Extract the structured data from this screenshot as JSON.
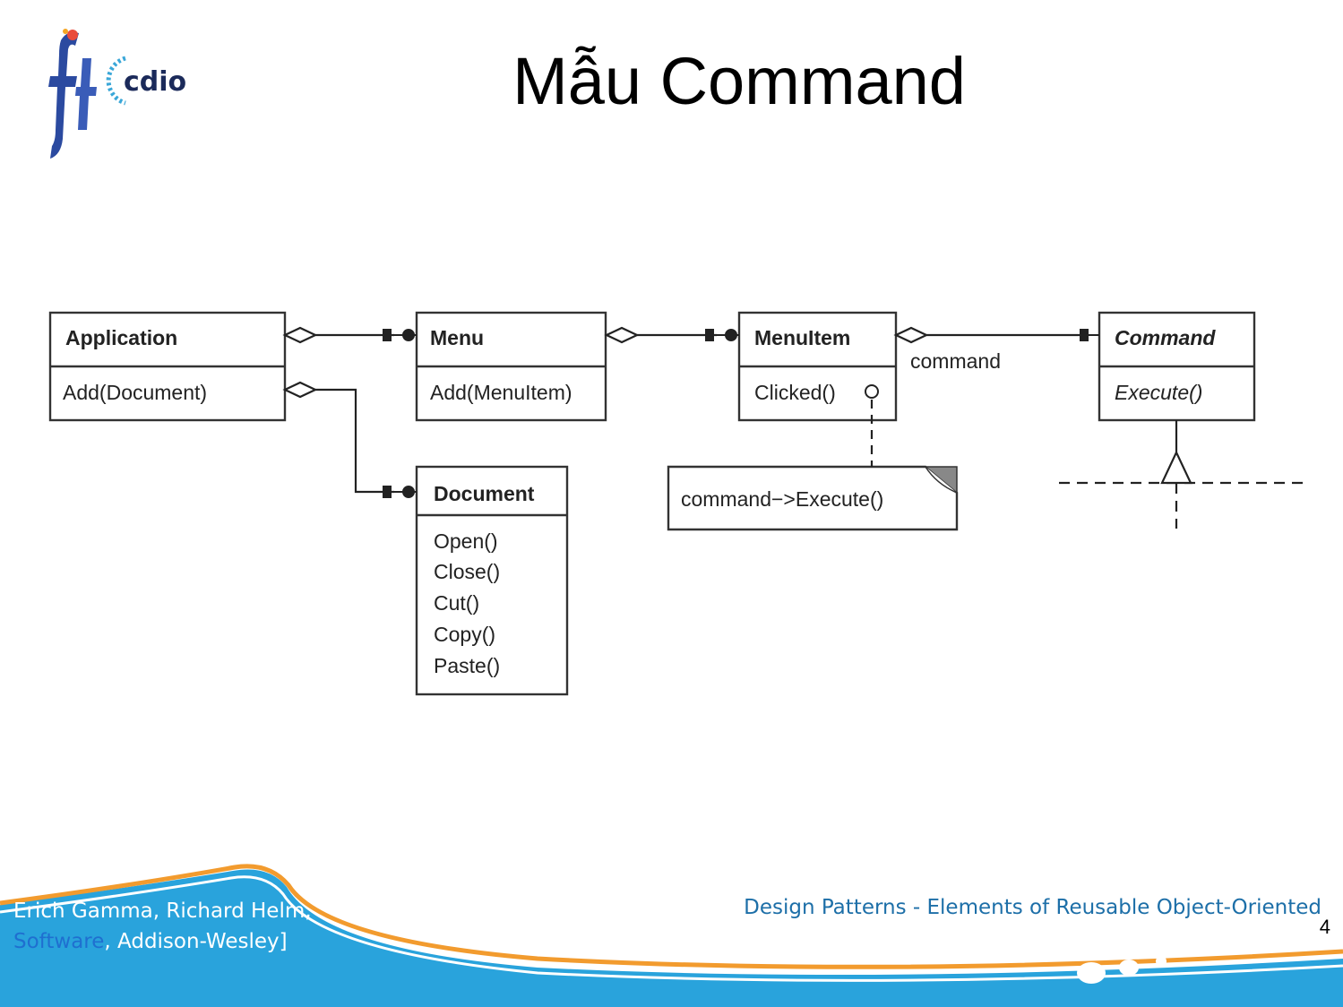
{
  "slide": {
    "title": "Mẫu Command",
    "logo_text": "cdio",
    "page_number": "4"
  },
  "diagram": {
    "classes": {
      "application": {
        "name": "Application",
        "ops": [
          "Add(Document)"
        ]
      },
      "menu": {
        "name": "Menu",
        "ops": [
          "Add(MenuItem)"
        ]
      },
      "menuitem": {
        "name": "MenuItem",
        "ops": [
          "Clicked()"
        ]
      },
      "command": {
        "name": "Command",
        "ops": [
          "Execute()"
        ]
      },
      "document": {
        "name": "Document",
        "ops": [
          "Open()",
          "Close()",
          "Cut()",
          "Copy()",
          "Paste()"
        ]
      }
    },
    "note": "command−>Execute()",
    "association_label": "command"
  },
  "footer": {
    "cite_left_line1": "Erich Gamma, Richard Helm,",
    "cite_left_link": "Software",
    "cite_left_rest": ", Addison-Wesley]",
    "cite_right": "Design Patterns - Elements of Reusable Object-Oriented"
  },
  "colors": {
    "wave_blue": "#29a3dc",
    "wave_orange": "#f29b2e",
    "footer_text": "#1d6fa8"
  }
}
